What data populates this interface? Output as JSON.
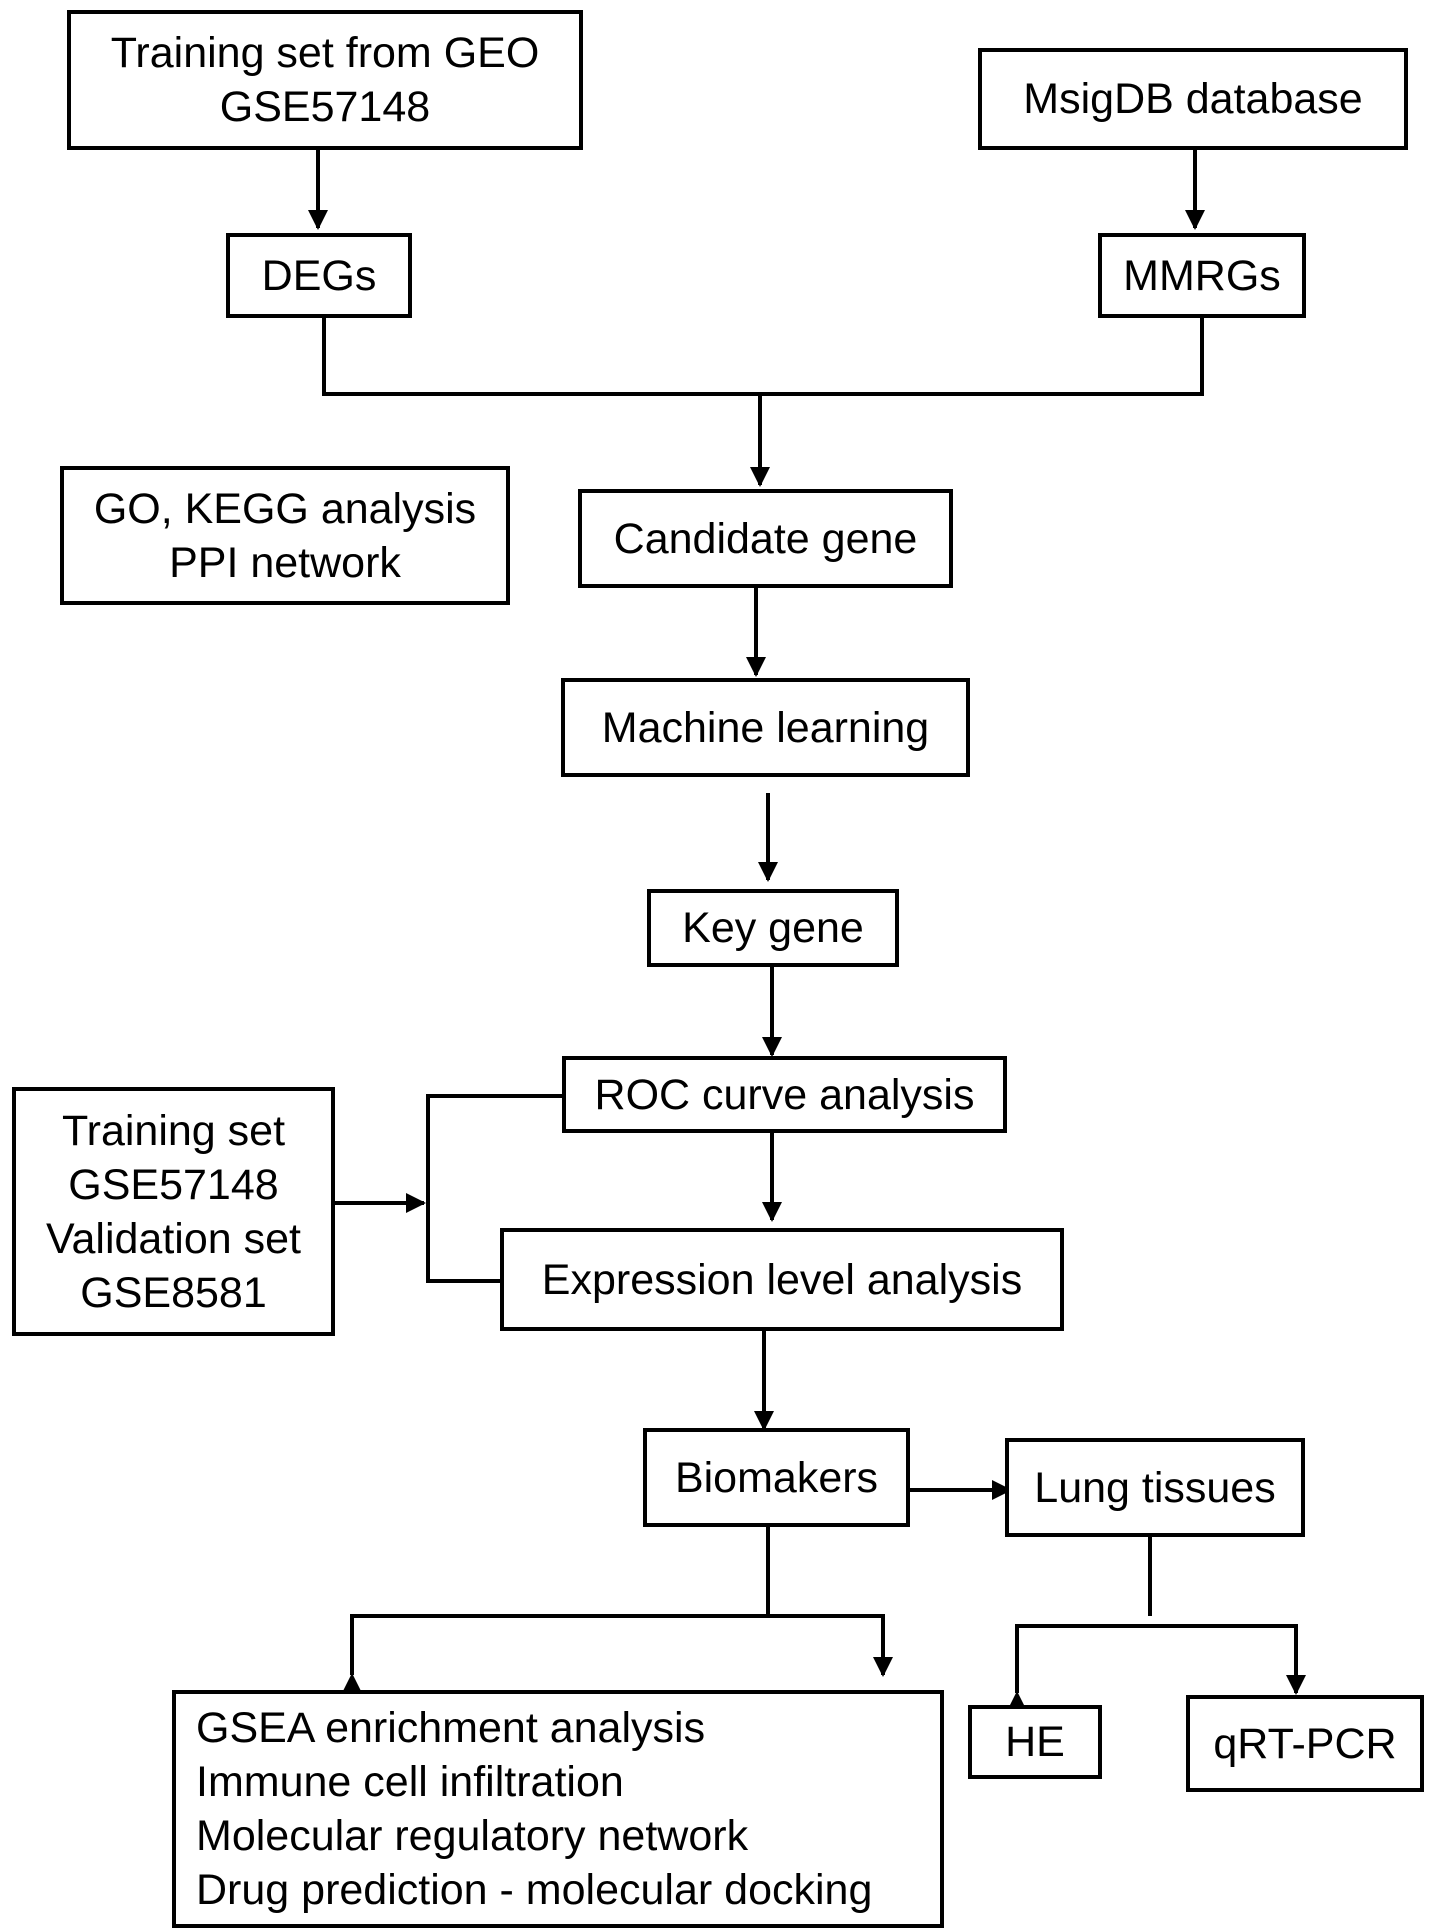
{
  "nodes": {
    "training_geo": [
      "Training set from GEO",
      "GSE57148"
    ],
    "msigdb": [
      "MsigDB database"
    ],
    "degs": [
      "DEGs"
    ],
    "mmrgs": [
      "MMRGs"
    ],
    "go_kegg": [
      "GO, KEGG analysis",
      "PPI network"
    ],
    "candidate": [
      "Candidate gene"
    ],
    "machine": [
      "Machine learning"
    ],
    "key_gene": [
      "Key gene"
    ],
    "roc": [
      "ROC curve analysis"
    ],
    "datasets": [
      "Training set",
      "GSE57148",
      "Validation set",
      "GSE8581"
    ],
    "expression": [
      "Expression level analysis"
    ],
    "biomakers": [
      "Biomakers"
    ],
    "lung": [
      "Lung tissues"
    ],
    "analyses": [
      "GSEA enrichment analysis",
      "Immune cell infiltration",
      "Molecular regulatory network",
      "Drug prediction - molecular docking"
    ],
    "he": [
      "HE"
    ],
    "qrtpcr": [
      "qRT-PCR"
    ]
  },
  "colors": {
    "stroke": "#000000",
    "background": "#ffffff"
  }
}
